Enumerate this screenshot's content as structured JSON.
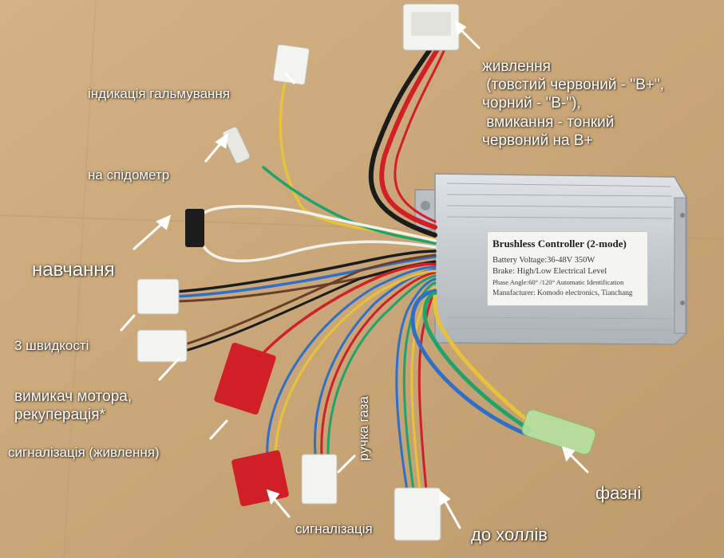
{
  "labels": {
    "power": "живлення\n (товстий червоний - \"В+\",\nчорний - \"В-\"),\n вмикання - тонкий\nчервоний на В+",
    "brake_indication": "індикація гальмування",
    "speedometer": "на спідометр",
    "learning": "навчання",
    "three_speeds": "3 швидкості",
    "motor_switch": "вимикач мотора,\nрекуперація*",
    "alarm_power": "сигналізація (живлення)",
    "throttle": "ручка газа",
    "alarm": "сигналізація",
    "phases": "фазні",
    "to_halls": "до холлів"
  },
  "controller_label": {
    "title": "Brushless Controller (2-mode)",
    "battery": "Battery Voltage:36-48V 350W",
    "brake": "Brake: High/Low Electrical Level",
    "phase": "Phase Angle:60° /120° Automatic Identification",
    "manufacturer": "Manufacturer: Komodo electronics, Tianchang"
  },
  "colors": {
    "cardboard": "#c9a578",
    "label_text": "#ffffff",
    "controller": "#c8cdd2",
    "wire_red": "#d01f26",
    "wire_black": "#1c1c1c",
    "wire_blue": "#2f6fc8",
    "wire_green": "#1fa36a",
    "wire_yellow": "#e8c23a",
    "wire_white": "#f1f1ec",
    "wire_brown": "#6b3e2a"
  }
}
